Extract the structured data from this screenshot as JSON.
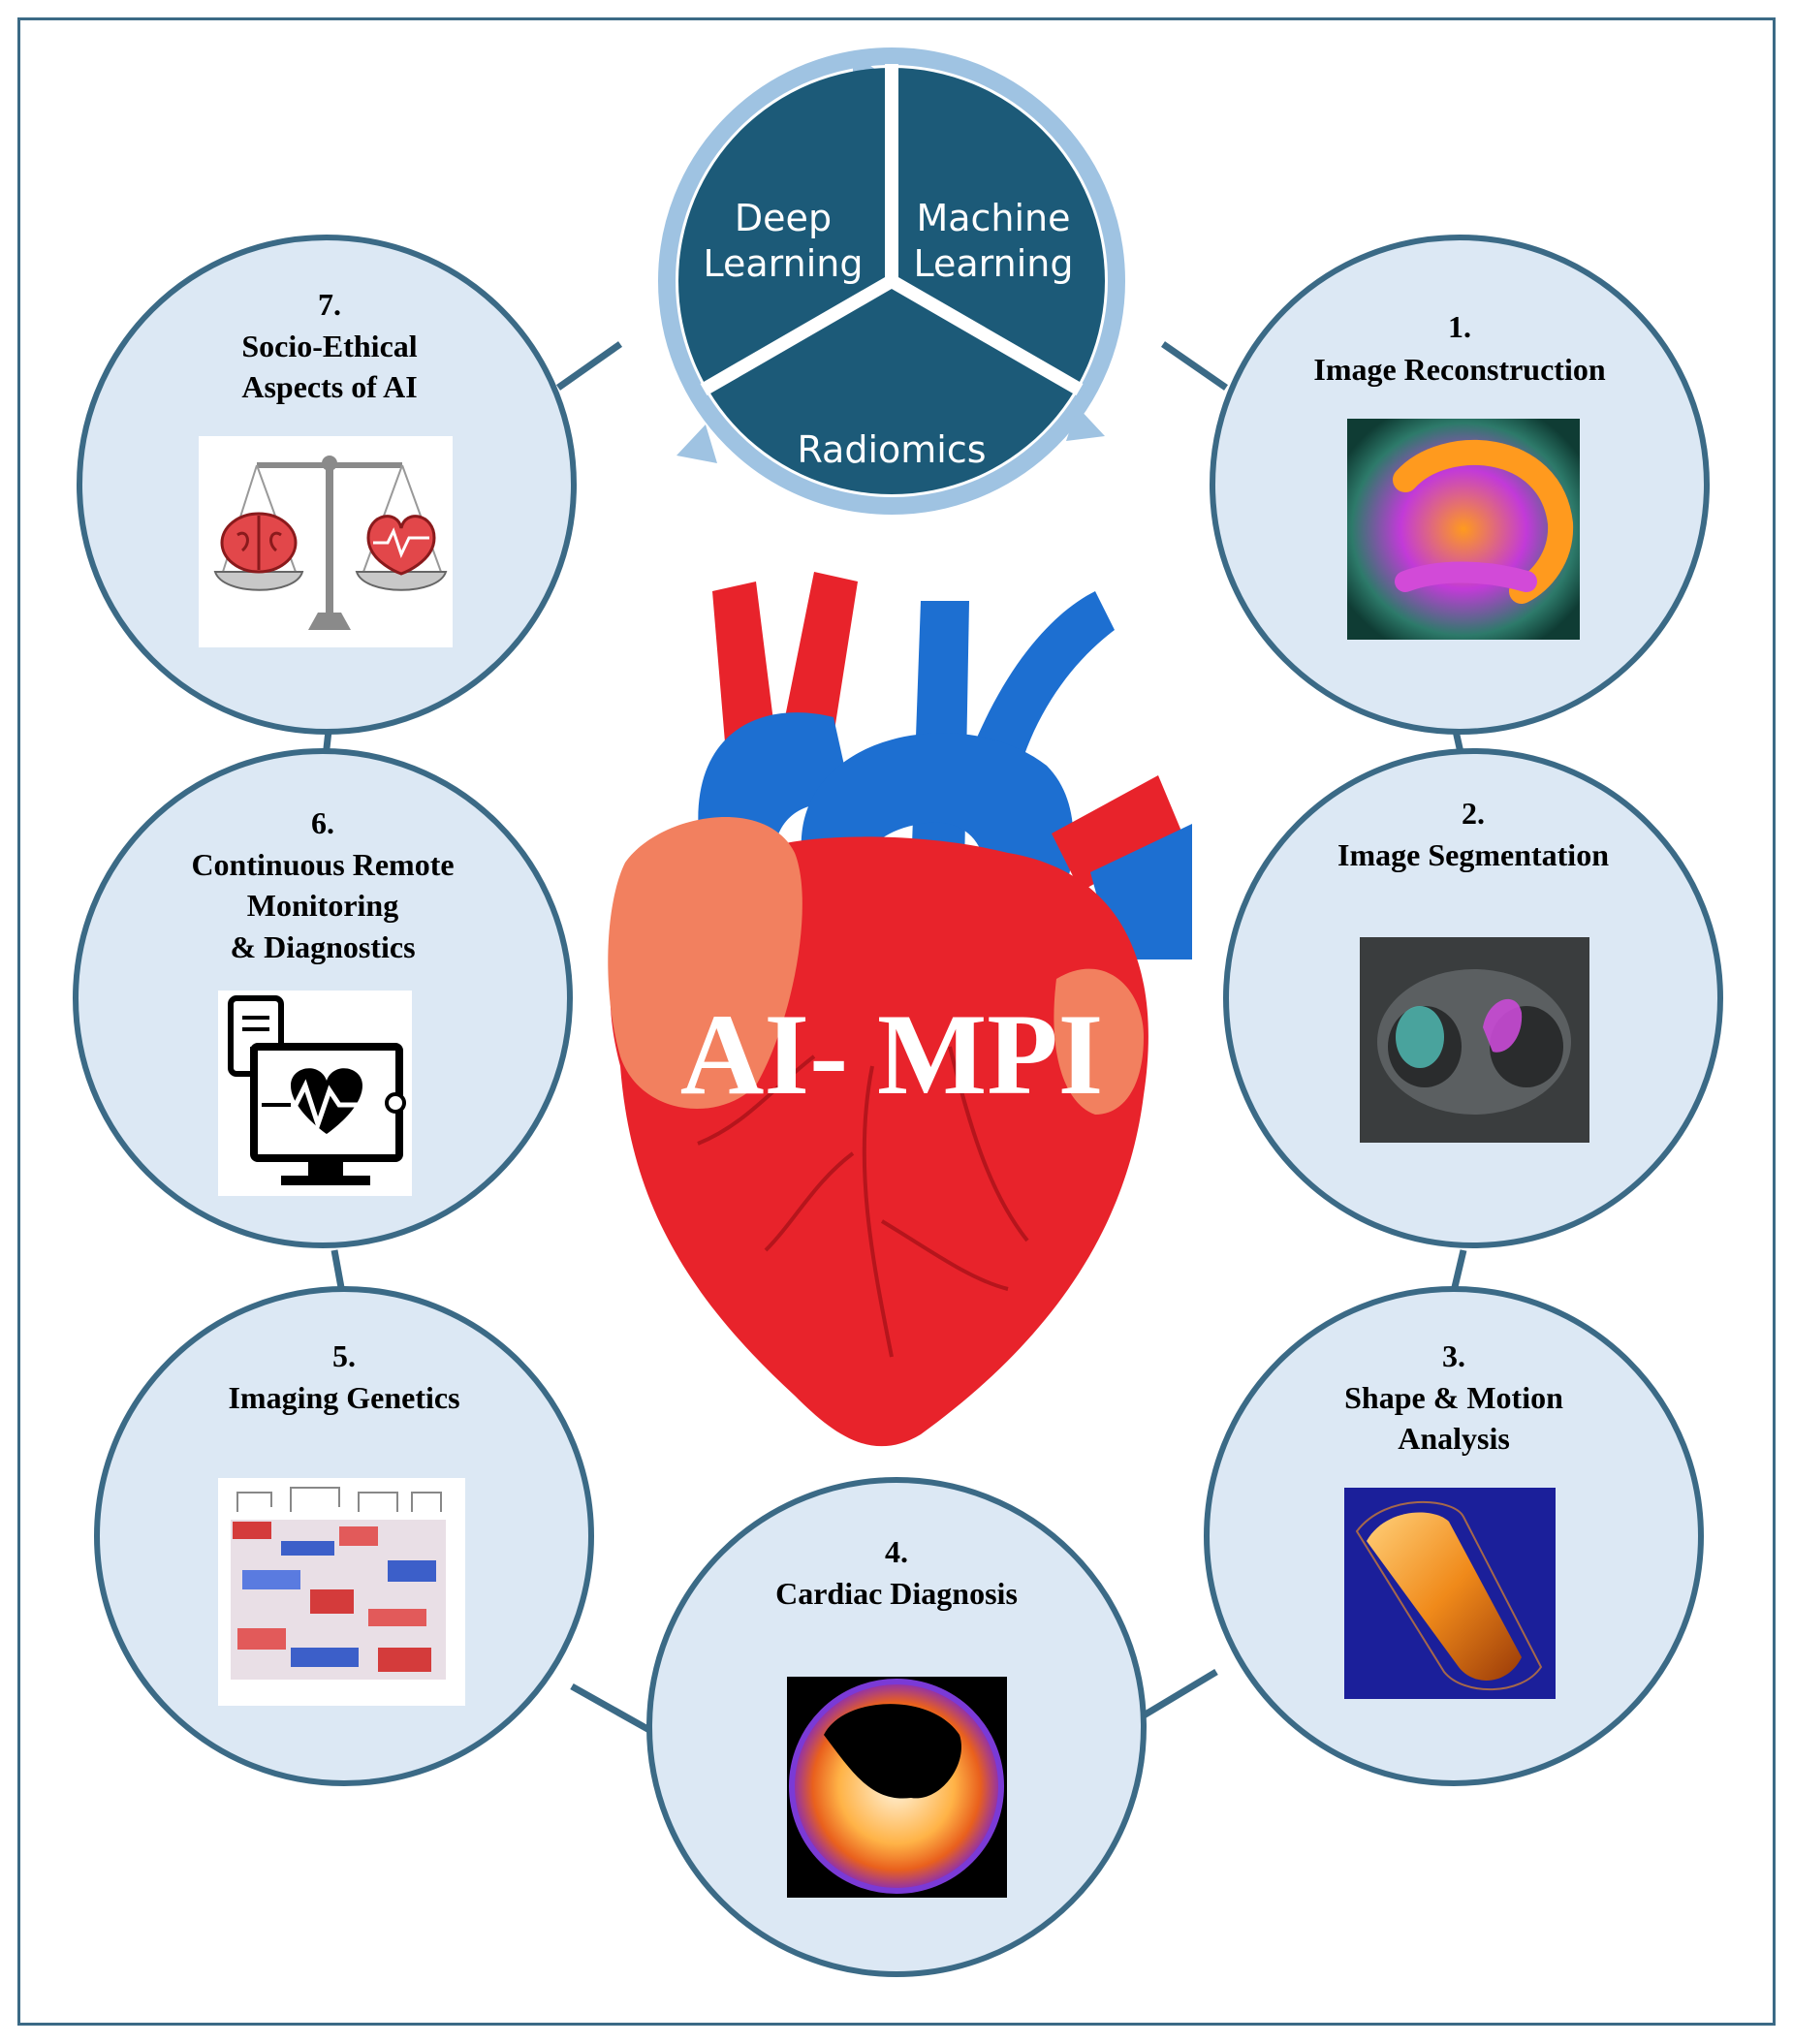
{
  "center_label": "AI- MPI",
  "cycle": {
    "segments": [
      {
        "line1": "Deep",
        "line2": "Learning"
      },
      {
        "line1": "Machine",
        "line2": "Learning"
      },
      {
        "line1": "Radiomics"
      }
    ]
  },
  "nodes": [
    {
      "num": "1.",
      "lines": [
        "Image Reconstruction"
      ],
      "icon": "spect-reconstruction-image"
    },
    {
      "num": "2.",
      "lines": [
        "Image Segmentation"
      ],
      "icon": "ct-segmentation-image"
    },
    {
      "num": "3.",
      "lines": [
        "Shape & Motion",
        "Analysis"
      ],
      "icon": "3d-ventricle-shape-image"
    },
    {
      "num": "4.",
      "lines": [
        "Cardiac Diagnosis"
      ],
      "icon": "polar-map-image"
    },
    {
      "num": "5.",
      "lines": [
        "Imaging Genetics"
      ],
      "icon": "genetic-heatmap-image"
    },
    {
      "num": "6.",
      "lines": [
        "Continuous Remote",
        "Monitoring",
        "& Diagnostics"
      ],
      "icon": "remote-monitor-icon"
    },
    {
      "num": "7.",
      "lines": [
        "Socio-Ethical",
        "Aspects of AI"
      ],
      "icon": "ethics-scale-icon"
    }
  ],
  "colors": {
    "frame": "#3b6a86",
    "node_fill": "#dce8f4",
    "node_stroke": "#3b6a86",
    "cycle_dark": "#1c5a78",
    "cycle_arrow": "#9fc3e2",
    "heart_red": "#e8232b",
    "heart_blue": "#1d6fd1",
    "heart_peach": "#f2805f"
  }
}
